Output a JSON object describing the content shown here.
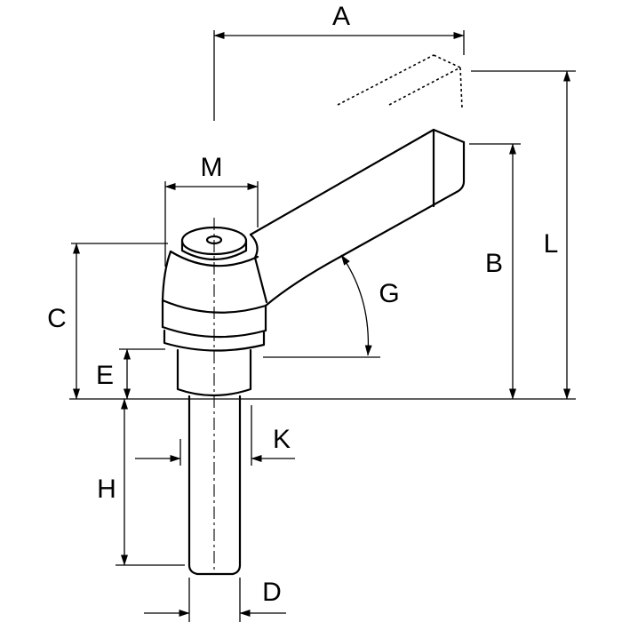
{
  "labels": {
    "A": "A",
    "B": "B",
    "C": "C",
    "D": "D",
    "E": "E",
    "G": "G",
    "H": "H",
    "K": "K",
    "L": "L",
    "M": "M"
  }
}
